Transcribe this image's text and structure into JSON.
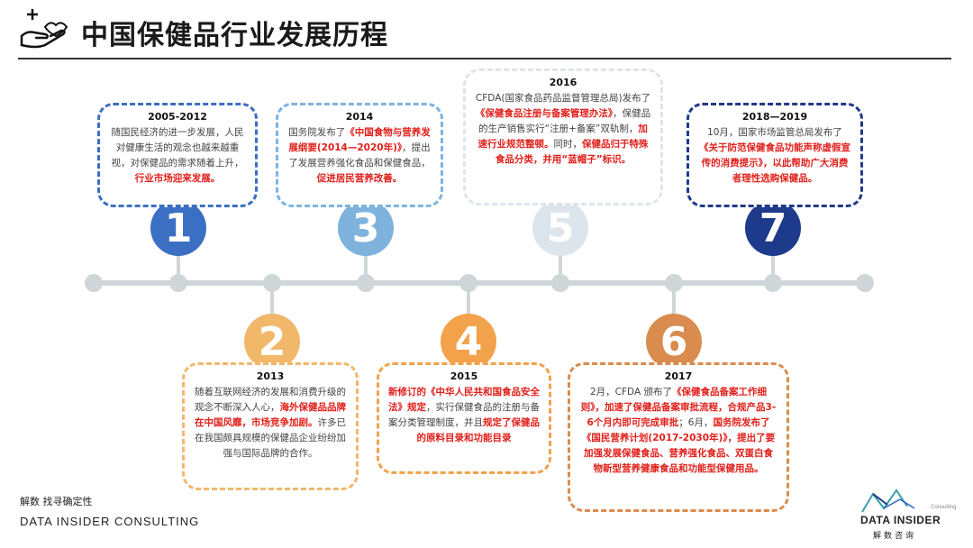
{
  "header": {
    "title": "中国保健品行业发展历程"
  },
  "colors": {
    "blue_dark": "#3b6fc4",
    "blue_light": "#7fb3de",
    "blue_pale": "#dde5ec",
    "navy": "#1e3a8a",
    "orange": "#f1b86a",
    "orange_mid": "#f2a24a",
    "orange_dark": "#d98c4e",
    "highlight": "#e0201b",
    "axis": "#cfd6da"
  },
  "milestones": [
    {
      "number": "1",
      "year": "2005-2012",
      "text_a": "随国民经济的进一步发展，人民对健康生活的观念也越来越重视，对保健品的需求随着上升，",
      "text_hl": "行业市场迎来发展。"
    },
    {
      "number": "2",
      "year": "2013",
      "text_a": "随着互联网经济的发展和消费升级的观念不断深入人心，",
      "text_hl": "海外保健品品牌在中国风靡，市场竞争加剧。",
      "text_b": "许多已在我国颇具规模的保健品企业纷纷加强与国际品牌的合作。"
    },
    {
      "number": "3",
      "year": "2014",
      "text_a": "国务院发布了",
      "text_hl": "《中国食物与营养发展纲要(2014—2020年)》",
      "text_b": "，提出了发展营养强化食品和保健食品，",
      "text_hl2": "促进居民营养改善。"
    },
    {
      "number": "4",
      "year": "2015",
      "text_hl": "新修订的《中华人民共和国食品安全法》规定",
      "text_a": "，实行保健食品的注册与备案分类管理制度，并且",
      "text_hl2": "规定了保健品的原料目录和功能目录"
    },
    {
      "number": "5",
      "year": "2016",
      "text_a": "CFDA(国家食品药品监督管理总局)发布了",
      "text_hl": "《保健食品注册与备案管理办法》",
      "text_b": "，保健品的生产销售实行“注册+备案”双轨制，",
      "text_hl2": "加速行业规范整顿。",
      "text_c": "同时，",
      "text_hl3": "保健品归于特殊食品分类，并用“蓝帽子”标识。"
    },
    {
      "number": "6",
      "year": "2017",
      "text_a": "2月，CFDA 颁布了",
      "text_hl": "《保健食品备案工作细则》，加速了保健品备案审批流程，合规产品3-6个月内即可完成审批",
      "text_b": "；6月，",
      "text_hl2": "国务院发布了《国民营养计划(2017-2030年)》，提出了要加强发展保健食品、营养强化食品、双蛋白食物新型营养健康食品和功能型保健用品。"
    },
    {
      "number": "7",
      "year": "2018—2019",
      "text_a": "10月，国家市场监管总局发布了",
      "text_hl": "《关于防范保健食品功能声称虚假宣传的消费提示》，以此帮助广大消费者理性选购保健品。"
    }
  ],
  "footer": {
    "slogan": "解数 找寻确定性",
    "company": "DATA INSIDER CONSULTING"
  },
  "brand": {
    "name": "DATA INSIDER",
    "sub": "Consulting",
    "cn": "解数咨询"
  }
}
